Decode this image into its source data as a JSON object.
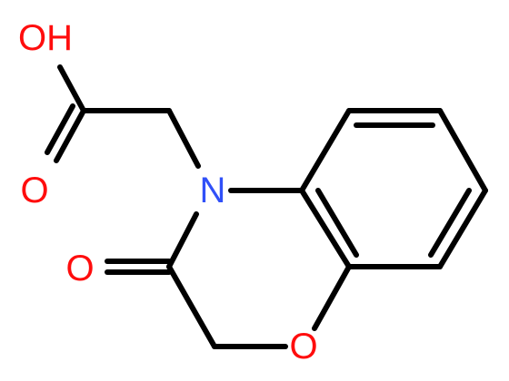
{
  "molecule": {
    "atoms": {
      "oh": {
        "text": "OH",
        "color": "#ff0d0d"
      },
      "o_carbonyl_acid": {
        "text": "O",
        "color": "#ff0d0d"
      },
      "n_ring": {
        "text": "N",
        "color": "#3050f8"
      },
      "o_lactam": {
        "text": "O",
        "color": "#ff0d0d"
      },
      "o_ring": {
        "text": "O",
        "color": "#ff0d0d"
      }
    },
    "bond_color": "#000000"
  }
}
